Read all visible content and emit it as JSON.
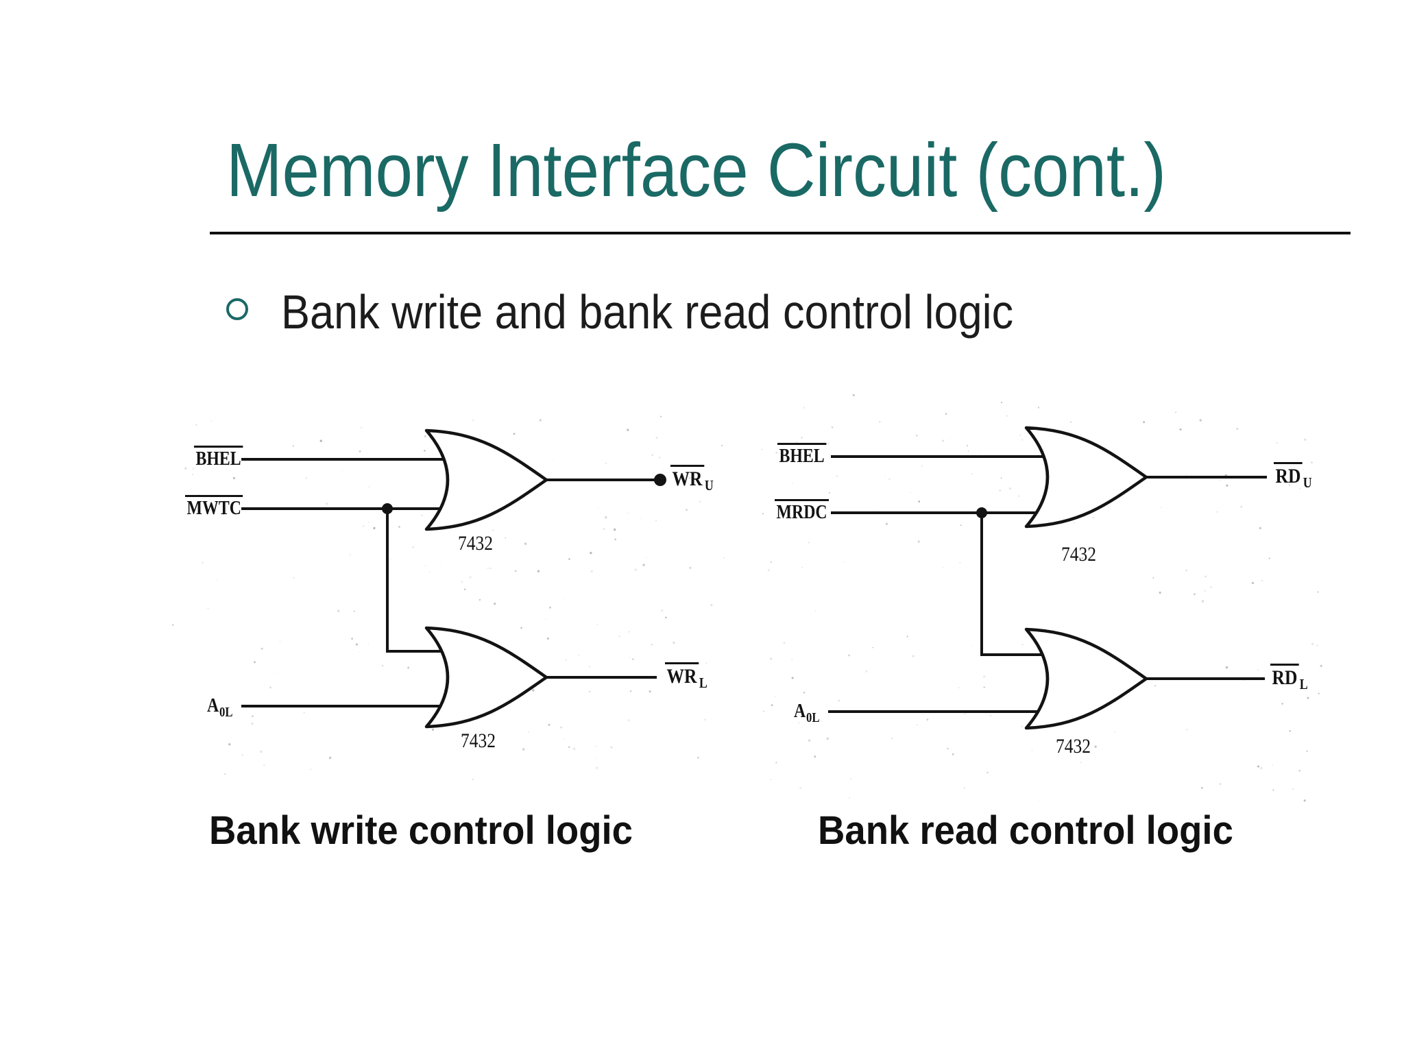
{
  "slide": {
    "title": "Memory Interface Circuit (cont.)",
    "bullet_text": "Bank write and bank read control logic"
  },
  "colors": {
    "accent_teal": "#1A6965",
    "ink": "#131313"
  },
  "circuits": {
    "write": {
      "caption": "Bank write control logic",
      "gate_type": "OR",
      "chip1": "7432",
      "chip2": "7432",
      "inputs": [
        {
          "base": "BHEL",
          "sub": "",
          "overline": true
        },
        {
          "base": "MWTC",
          "sub": "",
          "overline": true
        },
        {
          "base": "A",
          "sub": "0L",
          "overline": false
        }
      ],
      "outputs": [
        {
          "base": "WR",
          "sub": "U",
          "overline": true
        },
        {
          "base": "WR",
          "sub": "L",
          "overline": true
        }
      ]
    },
    "read": {
      "caption": "Bank read control logic",
      "gate_type": "OR",
      "chip1": "7432",
      "chip2": "7432",
      "inputs": [
        {
          "base": "BHEL",
          "sub": "",
          "overline": true
        },
        {
          "base": "MRDC",
          "sub": "",
          "overline": true
        },
        {
          "base": "A",
          "sub": "0L",
          "overline": false
        }
      ],
      "outputs": [
        {
          "base": "RD",
          "sub": "U",
          "overline": true
        },
        {
          "base": "RD",
          "sub": "L",
          "overline": true
        }
      ]
    }
  }
}
